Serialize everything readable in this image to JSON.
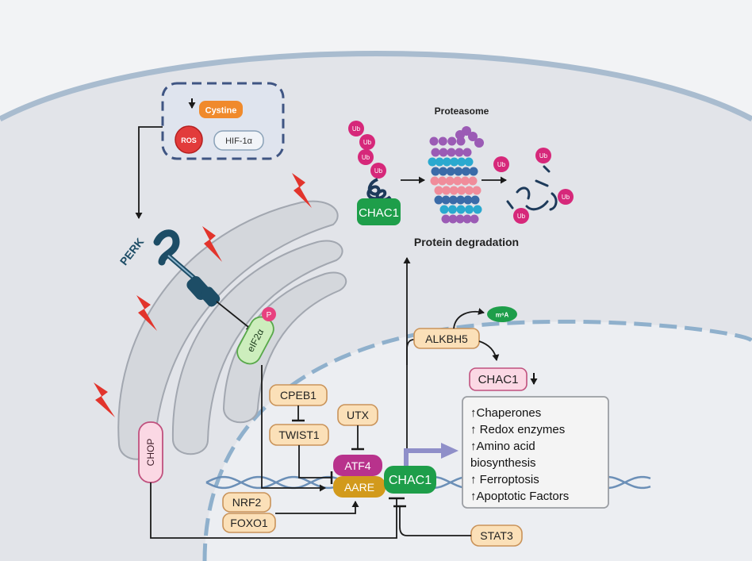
{
  "labels": {
    "stress_cystine": "Cystine",
    "stress_ros": "ROS",
    "stress_hif": "HIF-1α",
    "perk": "PERK",
    "eif2a": "eIF2α",
    "phospho": "P",
    "chop": "CHOP",
    "proteasome": "Proteasome",
    "protein_degradation": "Protein degradation",
    "ub": "Ub",
    "chac1_top": "CHAC1",
    "m6a": "m⁶A",
    "alkbh5": "ALKBH5",
    "chac1_down": "CHAC1",
    "cpeb1": "CPEB1",
    "twist1": "TWIST1",
    "utx": "UTX",
    "atf4": "ATF4",
    "aare": "AARE",
    "chac1_gene": "CHAC1",
    "nrf2": "NRF2",
    "foxo1": "FOXO1",
    "stat3": "STAT3"
  },
  "effects": [
    "↑Chaperones",
    "↑ Redox enzymes",
    "↑Amino acid",
    "biosynthesis",
    "↑ Ferroptosis",
    "↑Apoptotic Factors"
  ],
  "colors": {
    "cytoplasm": "#e3e5ea",
    "nucleus": "#eceef2",
    "membrane": "#9bb0c8",
    "er": "#d3d6db",
    "er_stroke": "#a3a8b1",
    "factor_fill": "#fbe0b8",
    "factor_stroke": "#c9935a",
    "chac1_green": "#1e9e4a",
    "atf4_magenta": "#b8328c",
    "aare_gold": "#d29a1c",
    "eif2a_green": "#cdeebd",
    "chop_pink": "#fbd8e4",
    "ub_pink": "#d6287a",
    "lightning_red": "#e2342c",
    "perk_teal": "#1d4d66",
    "arrow_purple": "#8f8fc9",
    "cystine_orange": "#f08a2c",
    "ros_red": "#e23b3b"
  }
}
